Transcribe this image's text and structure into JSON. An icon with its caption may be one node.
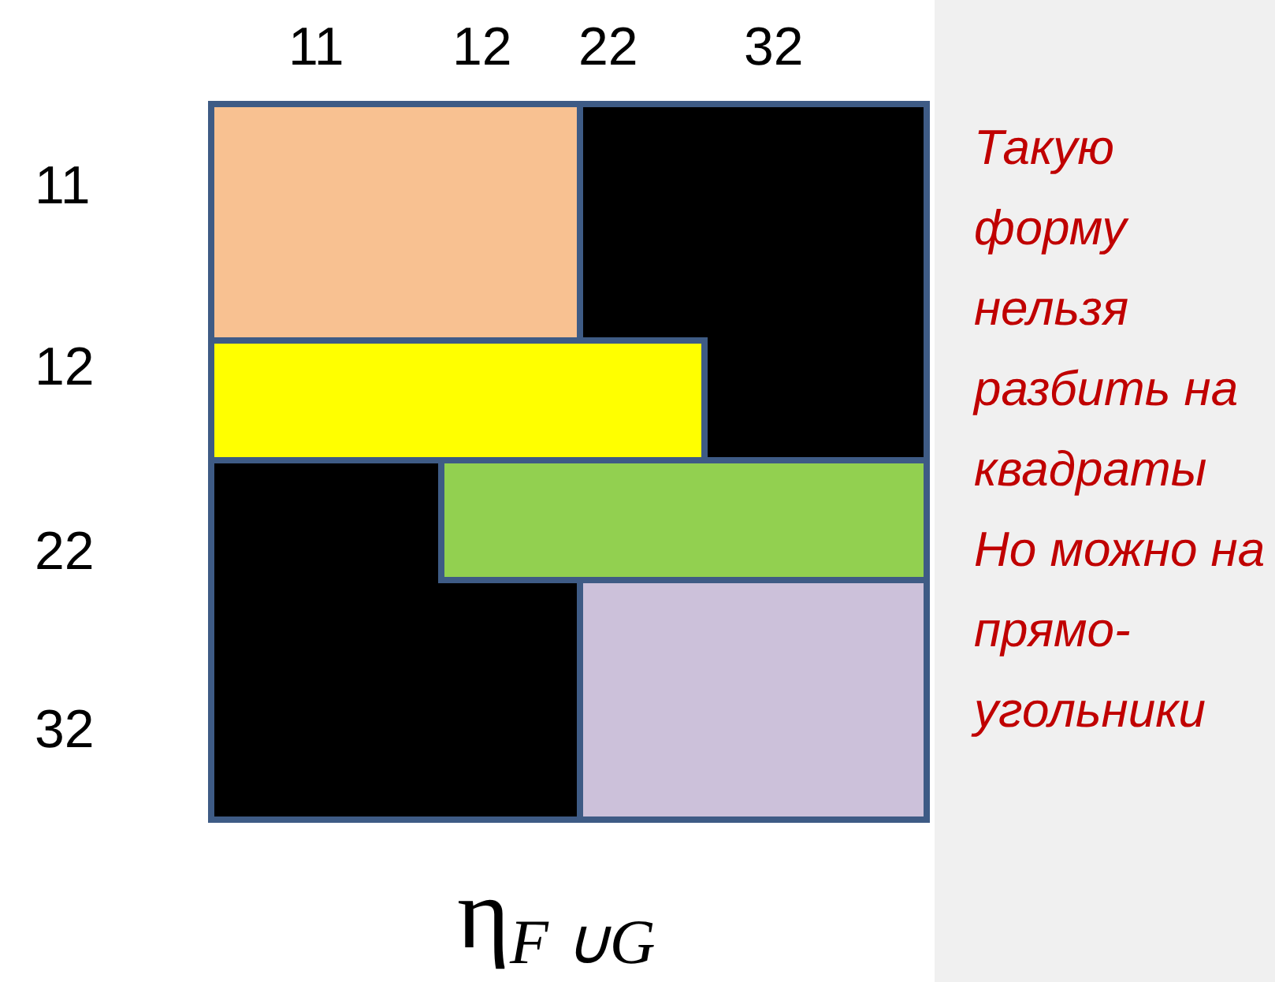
{
  "diagram": {
    "caption": "η$_{F ∪G}$",
    "labels": [
      "11",
      "12",
      "22",
      "32",
      "11",
      "12",
      "22",
      "32",
      "Такую форму нельзя разбить на квадраты",
      "Но можно на прямо- угольники"
    ]
  }
}
